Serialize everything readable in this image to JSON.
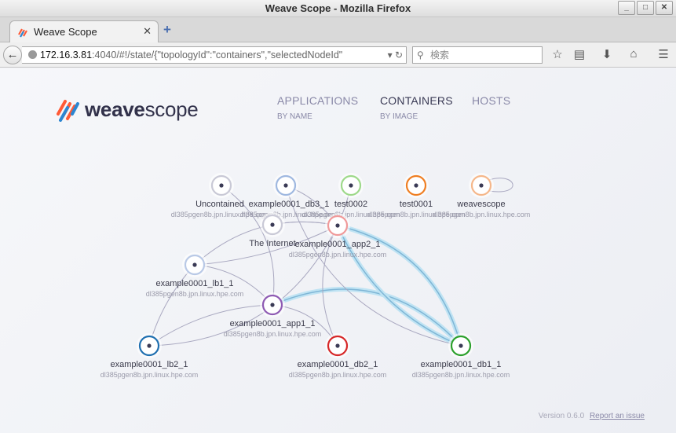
{
  "window": {
    "title": "Weave Scope - Mozilla Firefox"
  },
  "tab": {
    "title": "Weave Scope",
    "close": "✕",
    "new_tab": "+"
  },
  "nav": {
    "url_host": "172.16.3.81",
    "url_rest": ":4040/#!/state/{\"topologyId\":\"containers\",\"selectedNodeId\"",
    "search_placeholder": "検索"
  },
  "brand": {
    "weave": "weave",
    "scope": "scope"
  },
  "topologies": [
    {
      "label": "APPLICATIONS",
      "sub": "BY NAME",
      "active": false
    },
    {
      "label": "CONTAINERS",
      "sub": "BY IMAGE",
      "active": true
    },
    {
      "label": "HOSTS",
      "sub": "",
      "active": false
    }
  ],
  "nodes": [
    {
      "id": "uncontained",
      "label": "Uncontained",
      "sub": "dl385pgen8b.jpn.linux.hpe.com",
      "color": "#c9c9d6"
    },
    {
      "id": "db3",
      "label": "example0001_db3_1",
      "sub": "dl385pgen8b.jpn.linux.hpe.com",
      "color": "#9fb8e0"
    },
    {
      "id": "test0002",
      "label": "test0002",
      "sub": "dl385pgen8b.jpn.linux.hpe.com",
      "color": "#9ed98a"
    },
    {
      "id": "test0001",
      "label": "test0001",
      "sub": "dl385pgen8b.jpn.linux.hpe.com",
      "color": "#ef7e22"
    },
    {
      "id": "weavescope",
      "label": "weavescope",
      "sub": "dl385pgen8b.jpn.linux.hpe.com",
      "color": "#f5b78a"
    },
    {
      "id": "internet",
      "label": "The Internet",
      "sub": "",
      "color": "#c9c9d6"
    },
    {
      "id": "app2",
      "label": "example0001_app2_1",
      "sub": "dl385pgen8b.jpn.linux.hpe.com",
      "color": "#f09a9a"
    },
    {
      "id": "lb1",
      "label": "example0001_lb1_1",
      "sub": "dl385pgen8b.jpn.linux.hpe.com",
      "color": "#b9c9e6"
    },
    {
      "id": "app1",
      "label": "example0001_app1_1",
      "sub": "dl385pgen8b.jpn.linux.hpe.com",
      "color": "#8e5ab3"
    },
    {
      "id": "lb2",
      "label": "example0001_lb2_1",
      "sub": "dl385pgen8b.jpn.linux.hpe.com",
      "color": "#1f6fb0"
    },
    {
      "id": "db2",
      "label": "example0001_db2_1",
      "sub": "dl385pgen8b.jpn.linux.hpe.com",
      "color": "#d62728"
    },
    {
      "id": "db1",
      "label": "example0001_db1_1",
      "sub": "dl385pgen8b.jpn.linux.hpe.com",
      "color": "#2ca02c"
    }
  ],
  "footer": {
    "version": "Version 0.6.0",
    "report": "Report an issue"
  }
}
